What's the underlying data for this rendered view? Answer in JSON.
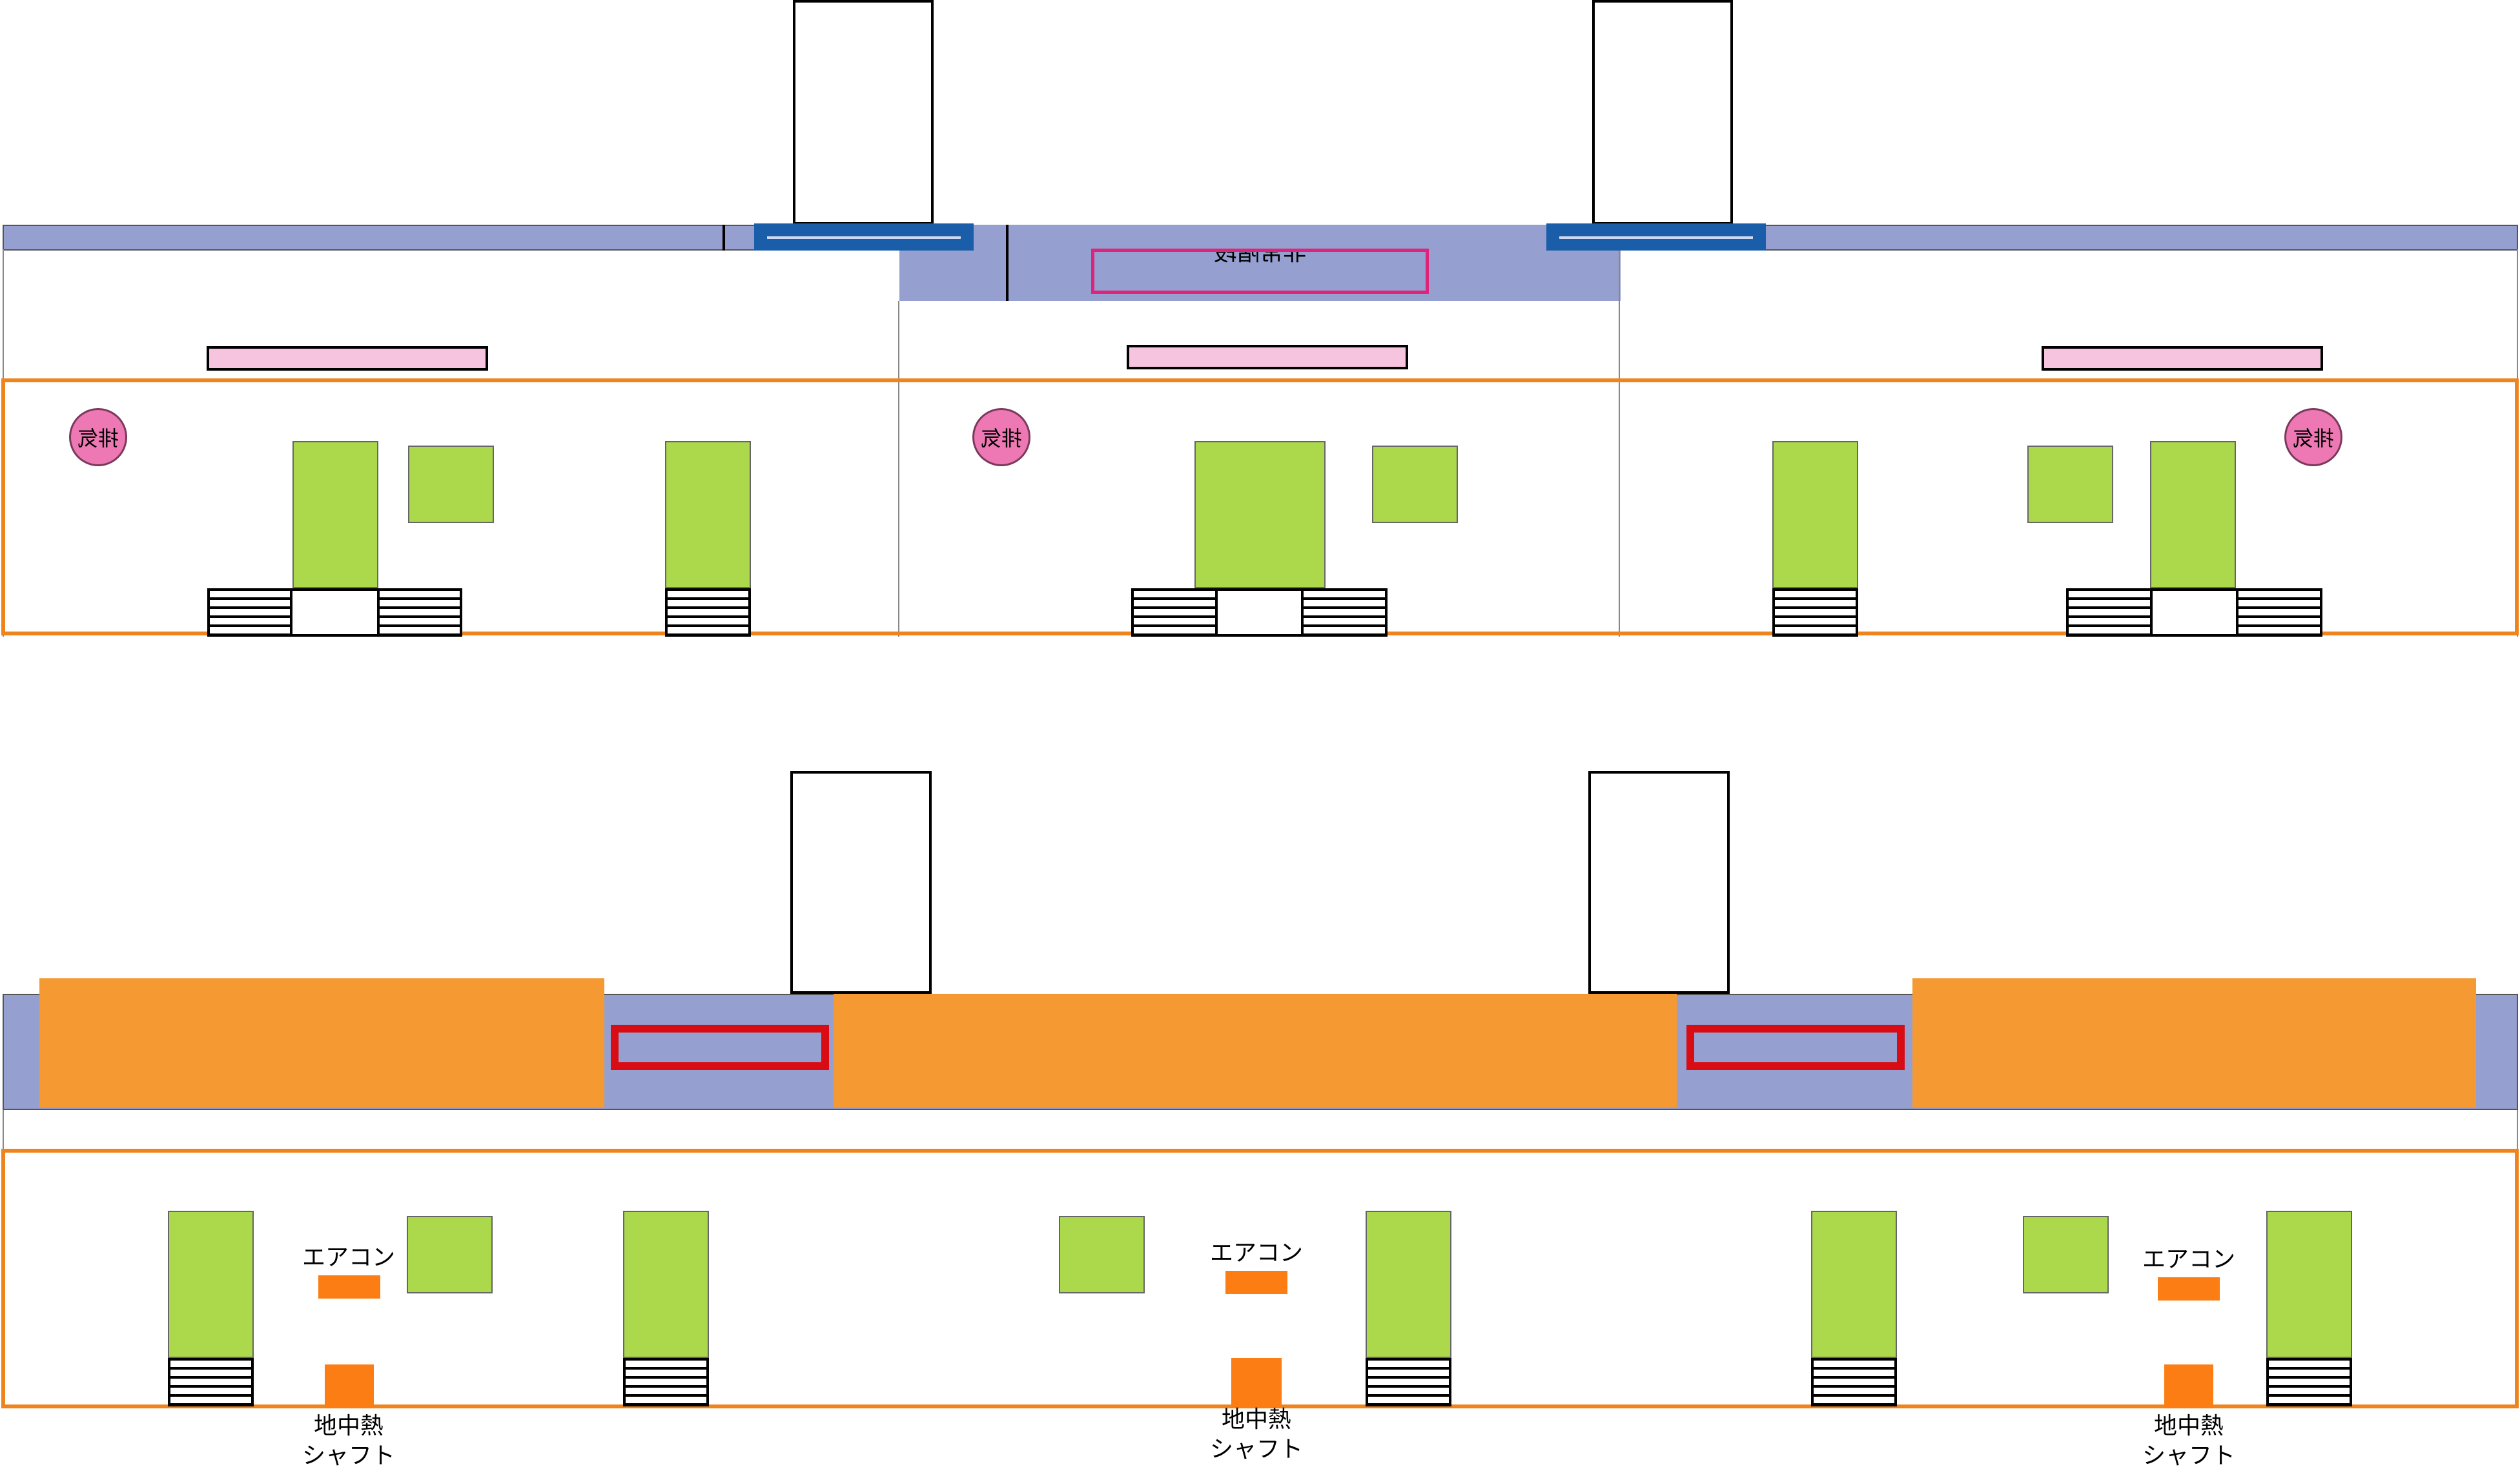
{
  "colors": {
    "corridor": "#96a0d0",
    "blue_band": "#1a5eaa",
    "orange": "#f59a33",
    "orange_outline": "#f0841c",
    "green": "#acd94c",
    "pink_bar": "#f6c4de",
    "magenta": "#e0237a",
    "red": "#d80c12",
    "small_orange": "#fb7d13",
    "circle": "#ee78b4"
  },
  "symbols": {
    "exhaust": "排気"
  },
  "labels": {
    "corridor_sign": "非常階段",
    "aircon": "エアコン",
    "geo_line1": "地中熱",
    "geo_line2": "シャフト"
  }
}
